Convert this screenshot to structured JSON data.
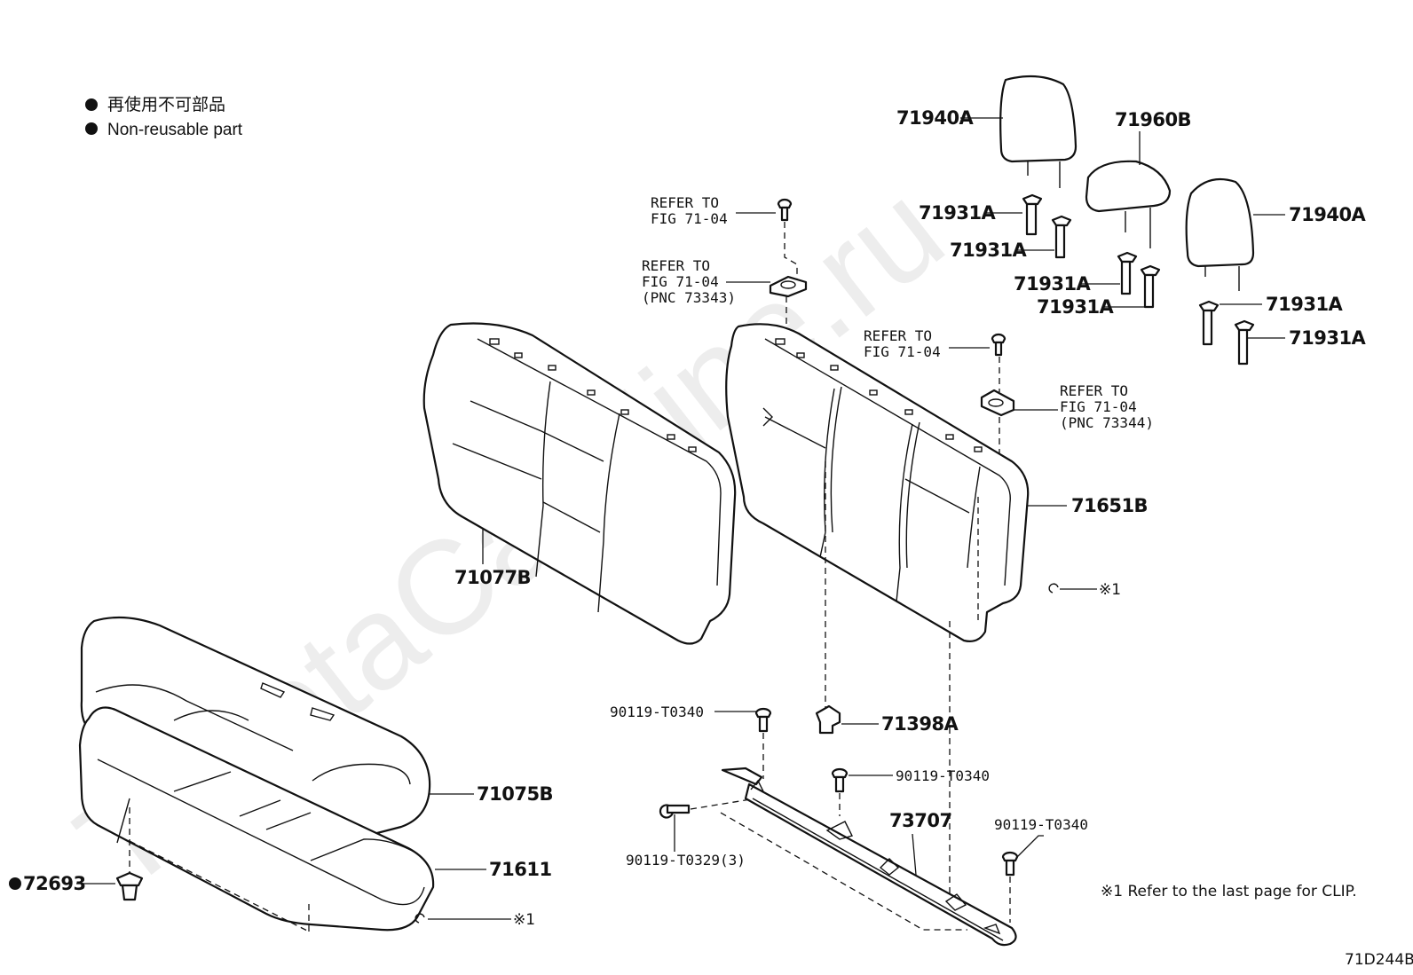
{
  "legend": {
    "line_ja": "再使用不可部品",
    "line_en": "Non-reusable part"
  },
  "watermark": "ToyotaCarMine.ru",
  "labels": {
    "headrest_left": "71940A",
    "headrest_center": "71960B",
    "headrest_right": "71940A",
    "guide_1": "71931A",
    "guide_2": "71931A",
    "guide_3": "71931A",
    "guide_4": "71931A",
    "guide_5": "71931A",
    "guide_6": "71931A",
    "back_cover": "71077B",
    "back_frame": "71651B",
    "cushion_cover": "71075B",
    "cushion_pad": "71611",
    "clip_72693": "72693",
    "hook_71398a": "71398A",
    "frame_73707": "73707",
    "bolt_a": "90119-T0340",
    "bolt_b": "90119-T0340",
    "bolt_c": "90119-T0340",
    "bolt_d": "90119-T0329(3)",
    "clip_note_back": "※1",
    "clip_note_cushion": "※1",
    "footnote": "※1  Refer to the last page for CLIP.",
    "code": "71D244B"
  },
  "refer_top": [
    "REFER TO",
    "FIG 71-04"
  ],
  "refer_mid": [
    "REFER TO",
    "FIG 71-04",
    "(PNC 73343)"
  ],
  "refer_right_top": [
    "REFER TO",
    "FIG 71-04"
  ],
  "refer_right_mid": [
    "REFER TO",
    "FIG 71-04",
    "(PNC 73344)"
  ]
}
